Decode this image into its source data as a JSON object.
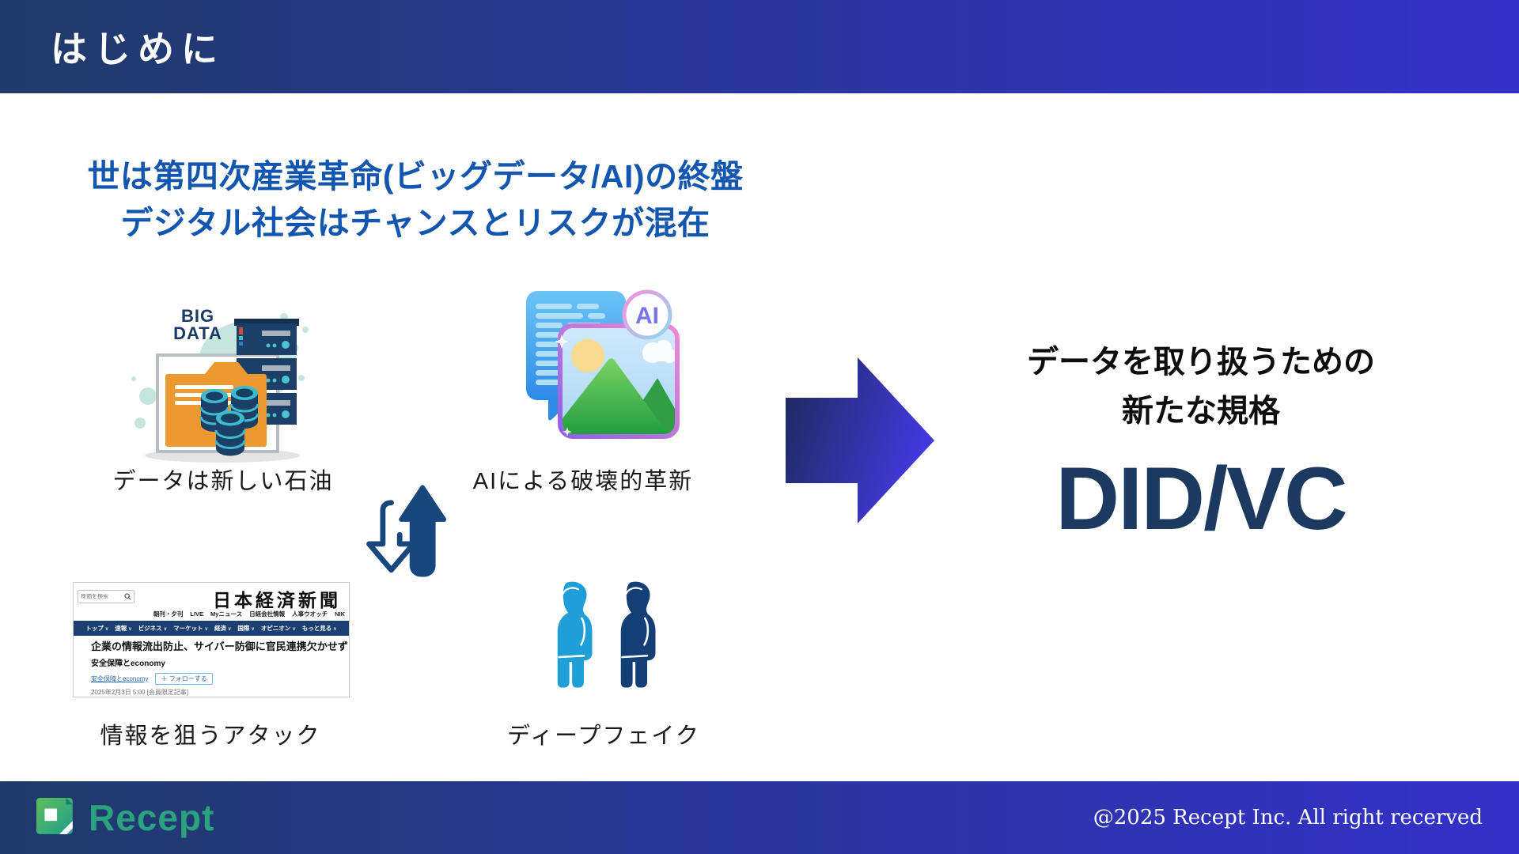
{
  "header": {
    "title": "はじめに"
  },
  "intro": {
    "line1": "世は第四次産業革命(ビッグデータ/AI)の終盤",
    "line2": "デジタル社会はチャンスとリスクが混在"
  },
  "items": {
    "bigdata": {
      "big": "BIG",
      "data": "DATA",
      "caption": "データは新しい石油"
    },
    "ai": {
      "badge": "AI",
      "caption": "AIによる破壊的革新"
    },
    "news": {
      "caption": "情報を狙うアタック"
    },
    "deepfake": {
      "caption": "ディープフェイク"
    }
  },
  "news_site": {
    "search_placeholder": "株価を検索",
    "logo": "日本経済新聞",
    "top_menu": [
      "朝刊・夕刊",
      "LIVE",
      "Myニュース",
      "日経会社情報",
      "人事ウオッチ",
      "NIK"
    ],
    "nav_menu": [
      "トップ",
      "速報",
      "ビジネス",
      "マーケット",
      "経済",
      "国際",
      "オピニオン",
      "もっと見る"
    ],
    "headline": "企業の情報流出防止、サイバー防御に官民連携欠かせず",
    "subheadline": "安全保障とeconomy",
    "tag_link": "安全保障とeconomy",
    "follow_button": "＋ フォローする",
    "date_line": "2025年2月3日 5:00 [会員限定記事]"
  },
  "result": {
    "line1": "データを取り扱うための",
    "line2": "新たな規格",
    "highlight": "DID/VC"
  },
  "footer": {
    "brand": "Recept",
    "copyright": "@2025 Recept Inc. All right recerved"
  },
  "icons": {
    "caret": "∨"
  },
  "colors": {
    "bar_gradient": [
      "#1F3A69",
      "#3431C9"
    ],
    "heading_blue": "#1356B0",
    "did_navy": "#1C3A5F",
    "swap_arrow_navy": "#17477C",
    "flow_arrow_gradient": [
      "#1C2A58",
      "#4338DE"
    ],
    "person_light_blue": "#1F9FD8",
    "person_dark_navy": "#133E76",
    "brand_green": "#2AA37E",
    "nikkei_nav_navy": "#1A3F70",
    "link_blue": "#2B6CB8"
  }
}
